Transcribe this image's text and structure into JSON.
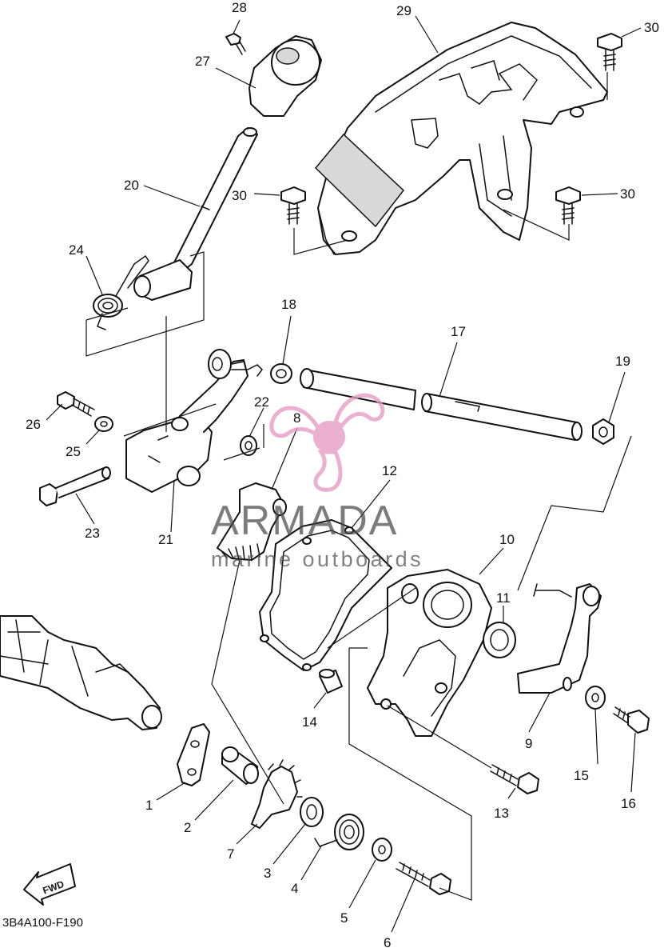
{
  "diagram": {
    "code": "3B4A100-F190",
    "fwd_label": "FWD",
    "callouts": [
      "1",
      "2",
      "3",
      "4",
      "5",
      "6",
      "7",
      "8",
      "9",
      "10",
      "11",
      "12",
      "13",
      "14",
      "15",
      "16",
      "17",
      "18",
      "19",
      "20",
      "21",
      "22",
      "23",
      "24",
      "25",
      "26",
      "27",
      "28",
      "29",
      "30"
    ]
  },
  "watermark": {
    "brand": "ARMADA",
    "tagline": "marine outboards",
    "accent_color": "#e69ac4",
    "text_color": "#4a4a4a"
  }
}
